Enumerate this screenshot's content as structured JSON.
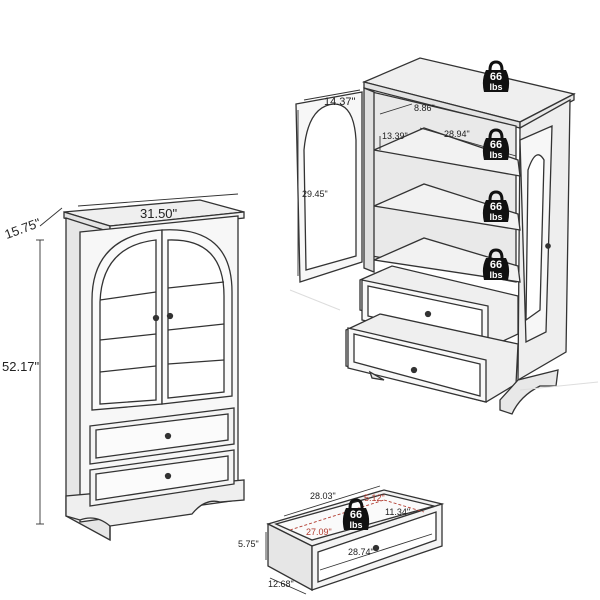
{
  "left_cabinet": {
    "width_label": "31.50\"",
    "depth_label": "15.75\"",
    "height_label": "52.17\""
  },
  "right_cabinet": {
    "door_width_label": "14.37\"",
    "shelf_depth_label": "8.86\"",
    "shelf_width_label": "28.94\"",
    "shelf_gap_label": "13.39\"",
    "door_height_label": "29.45\""
  },
  "drawer": {
    "outer_width_label": "28.03\"",
    "front_width_label": "28.74\"",
    "inner_width_label": "27.09\"",
    "corner_label": "5.12\"",
    "inner_depth_label": "11.34\"",
    "height_label": "5.75\"",
    "depth_label": "12.68\""
  },
  "weight_badges": [
    {
      "value": "66",
      "unit": "lbs"
    },
    {
      "value": "66",
      "unit": "lbs"
    },
    {
      "value": "66",
      "unit": "lbs"
    },
    {
      "value": "66",
      "unit": "lbs"
    },
    {
      "value": "66",
      "unit": "lbs"
    }
  ],
  "colors": {
    "line": "#333333",
    "fill": "#f7f7f7",
    "shade": "#e3e3e3",
    "badge": "#111111",
    "accent": "#b03a2e"
  }
}
